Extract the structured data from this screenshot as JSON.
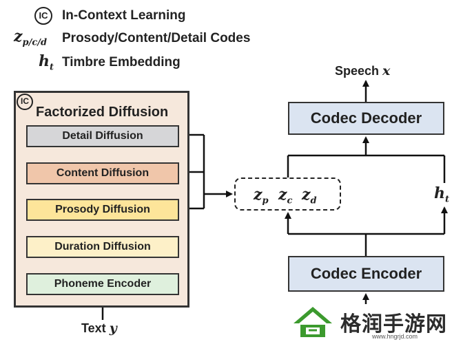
{
  "legend": {
    "ic_symbol": "IC",
    "ic_label": "In-Context Learning",
    "z_symbol": "z",
    "z_subscript": "p/c/d",
    "z_label": "Prosody/Content/Detail Codes",
    "h_symbol": "h",
    "h_subscript": "t",
    "h_label": "Timbre Embedding"
  },
  "factorized": {
    "ic_badge": "IC",
    "title": "Factorized Diffusion",
    "modules": [
      {
        "label": "Detail Diffusion",
        "color": "#d6d6d8"
      },
      {
        "label": "Content Diffusion",
        "color": "#f0c6aa"
      },
      {
        "label": "Prosody Diffusion",
        "color": "#fde59a"
      },
      {
        "label": "Duration Diffusion",
        "color": "#fdf0c8"
      },
      {
        "label": "Phoneme Encoder",
        "color": "#dff0dd"
      }
    ]
  },
  "input_label": "Text",
  "input_symbol": "y",
  "latents": {
    "zp_symbol": "z",
    "zp_sub": "p",
    "zc_symbol": "z",
    "zc_sub": "c",
    "zd_symbol": "z",
    "zd_sub": "d"
  },
  "timbre": {
    "symbol": "h",
    "sub": "t"
  },
  "codec_decoder": "Codec Decoder",
  "codec_encoder": "Codec Encoder",
  "output_label": "Speech",
  "output_symbol": "x",
  "watermark": {
    "text": "格润手游网",
    "url": "www.hngrjd.com",
    "colors": {
      "green": "#3c9a2e",
      "dark": "#2c2c2c"
    }
  }
}
